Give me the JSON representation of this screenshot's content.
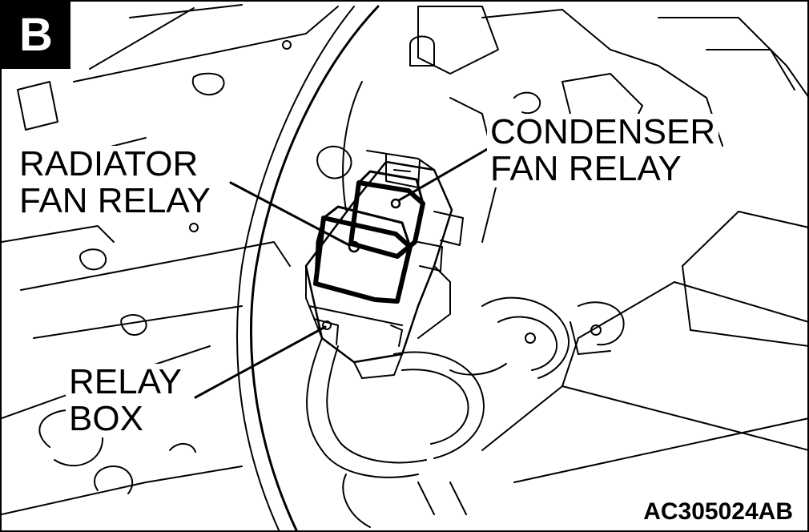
{
  "badge": {
    "text": "B"
  },
  "labels": {
    "radiator_fan_relay": "RADIATOR\nFAN RELAY",
    "condenser_fan_relay": "CONDENSER\nFAN RELAY",
    "relay_box": "RELAY\nBOX"
  },
  "figure_code": "AC305024AB",
  "colors": {
    "line": "#000000",
    "background": "#ffffff"
  }
}
